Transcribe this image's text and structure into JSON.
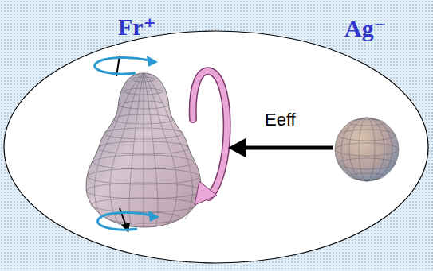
{
  "diagram": {
    "labels": [
      "Fr⁺",
      "Ag⁻",
      "Eeff"
    ]
  }
}
